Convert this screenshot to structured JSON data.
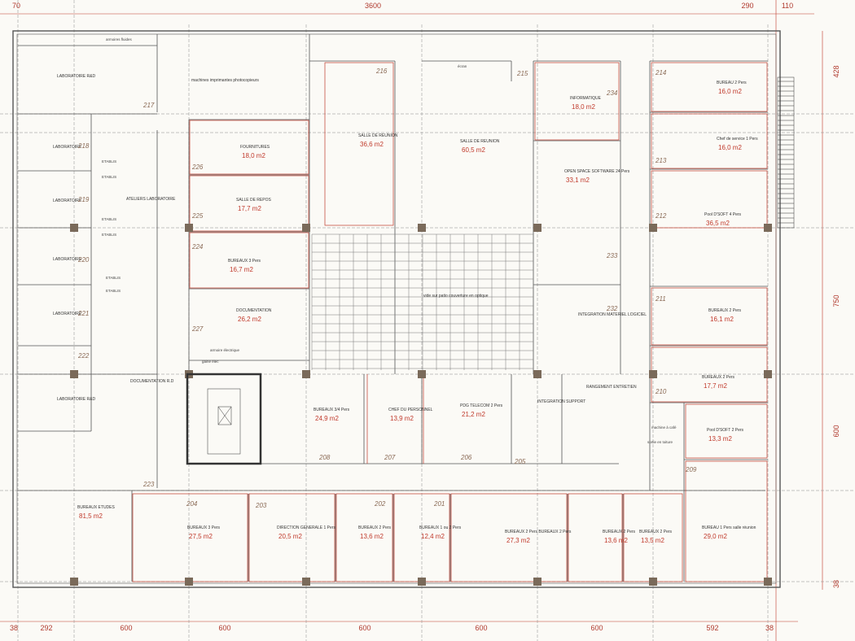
{
  "plan": {
    "dimensions_top": [
      "70",
      "3600",
      "290",
      "110"
    ],
    "dimensions_bottom": [
      "38",
      "292",
      "600",
      "600",
      "600",
      "600",
      "600",
      "592",
      "38"
    ],
    "dimensions_right": [
      "428",
      "750",
      "600",
      "38"
    ],
    "rooms": [
      {
        "name": "LABORATOIRE R&D",
        "area": ""
      },
      {
        "name": "LABORATOIRE",
        "area": ""
      },
      {
        "name": "LABORATOIRE",
        "area": ""
      },
      {
        "name": "LABORATOIRE",
        "area": ""
      },
      {
        "name": "LABORATOIRE",
        "area": ""
      },
      {
        "name": "LABORATOIRE R&D",
        "area": ""
      },
      {
        "name": "ATELIERS LABORATOIRE",
        "area": ""
      },
      {
        "name": "DOCUMENTATION R.D",
        "area": ""
      },
      {
        "name": "BUREAUX ETUDES",
        "area": "81,5 m2"
      },
      {
        "name": "machines imprimantes photocopieurs",
        "area": ""
      },
      {
        "name": "FOURNITURES",
        "area": "18,0 m2"
      },
      {
        "name": "SALLE DE REPOS",
        "area": "17,7 m2"
      },
      {
        "name": "BUREAUX 3 Pers",
        "area": "16,7 m2"
      },
      {
        "name": "DOCUMENTATION",
        "area": "26,2 m2"
      },
      {
        "name": "SALLE DE REUNION",
        "area": "36,6 m2"
      },
      {
        "name": "SALLE DE REUNION",
        "area": "60,5 m2"
      },
      {
        "name": "INFORMATIQUE",
        "area": "18,0 m2"
      },
      {
        "name": "OPEN SPACE SOFTWARE 24 Pers",
        "area": "33,1 m2"
      },
      {
        "name": "vide sur patio couverture en optique",
        "area": ""
      },
      {
        "name": "INTEGRATION MATERIEL LOGICIEL",
        "area": ""
      },
      {
        "name": "BUREAU 2 Pers",
        "area": "16,0 m2"
      },
      {
        "name": "Chef de service 1 Pers",
        "area": "16,0 m2"
      },
      {
        "name": "Pool D'SOFT 4 Pers",
        "area": "36,5 m2"
      },
      {
        "name": "BUREAUX 2 Pers",
        "area": "16,1 m2"
      },
      {
        "name": "BUREAUX 2 Pers",
        "area": "17,7 m2"
      },
      {
        "name": "Pool D'SOFT 2 Pers",
        "area": "13,3 m2"
      },
      {
        "name": "BUREAU 1 Pers salle réunion",
        "area": "29,0 m2"
      },
      {
        "name": "RANGEMENT ENTRETIEN",
        "area": ""
      },
      {
        "name": "INTEGRATION SUPPORT",
        "area": ""
      },
      {
        "name": "BUREAUX 3/4 Pers",
        "area": "24,9 m2"
      },
      {
        "name": "CHEF DU PERSONNEL",
        "area": "13,9 m2"
      },
      {
        "name": "PDG TELECOM 2 Pers",
        "area": "21,2 m2"
      },
      {
        "name": "BUREAUX 3 Pers",
        "area": "27,5 m2"
      },
      {
        "name": "DIRECTION GENERALE 1 Pers",
        "area": "20,5 m2"
      },
      {
        "name": "BUREAUX 2 Pers",
        "area": "13,6 m2"
      },
      {
        "name": "BUREAUX 1 ou 2 Pers",
        "area": "12,4 m2"
      },
      {
        "name": "BUREAUX 2 Pers  BUREAUX 2 Pers",
        "area": "27,3 m2"
      },
      {
        "name": "BUREAUX 2 Pers",
        "area": "13,6 m2"
      },
      {
        "name": "BUREAUX 2 Pers",
        "area": "13,5 m2"
      }
    ],
    "small_labels": [
      "armoires fluides",
      "ETABLIS",
      "ETABLIS",
      "ETABLIS",
      "ETABLIS",
      "ETABLIS",
      "ETABLIS",
      "armoire électrique",
      "gaine élec",
      "machine à café",
      "sortie en toiture",
      "écran"
    ],
    "room_numbers": [
      "217",
      "218",
      "219",
      "220",
      "221",
      "222",
      "223",
      "226",
      "225",
      "224",
      "227",
      "216",
      "215",
      "234",
      "214",
      "213",
      "212",
      "233",
      "232",
      "211",
      "210",
      "209",
      "208",
      "207",
      "206",
      "205",
      "204",
      "203",
      "202",
      "201"
    ],
    "colors": {
      "wall": "#555555",
      "partition": "#c0392b",
      "grid": "#8a8a8a",
      "column": "#7a6a5a"
    }
  }
}
